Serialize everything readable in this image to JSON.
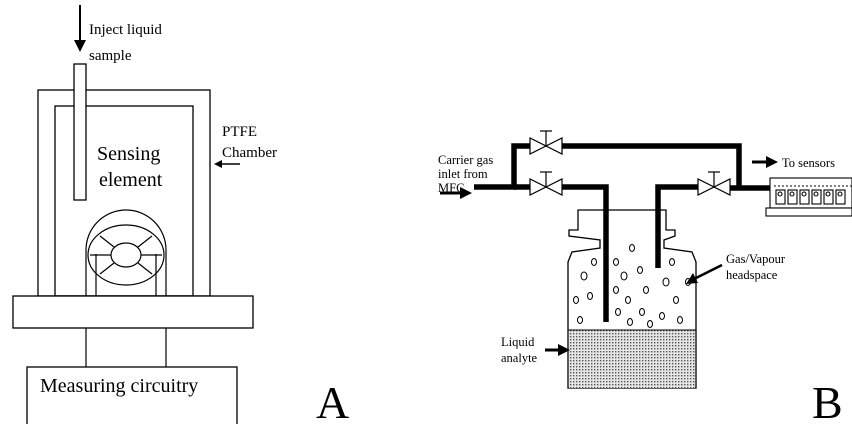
{
  "panel_a": {
    "inject_label": [
      "Inject liquid",
      "sample"
    ],
    "chamber_label": [
      "PTFE",
      "Chamber"
    ],
    "sensing_label": [
      "Sensing",
      "element"
    ],
    "circuitry_label": "Measuring circuitry",
    "panel_letter": "A"
  },
  "panel_b": {
    "carrier_label": [
      "Carrier gas",
      "inlet from",
      "MFC"
    ],
    "to_sensors_label": "To sensors",
    "headspace_label": [
      "Gas/Vapour",
      "headspace"
    ],
    "analyte_label": [
      "Liquid",
      "analyte"
    ],
    "panel_letter": "B"
  },
  "colors": {
    "line": "#000000",
    "background": "#ffffff",
    "liquid_fill": "#bdbdbd"
  }
}
